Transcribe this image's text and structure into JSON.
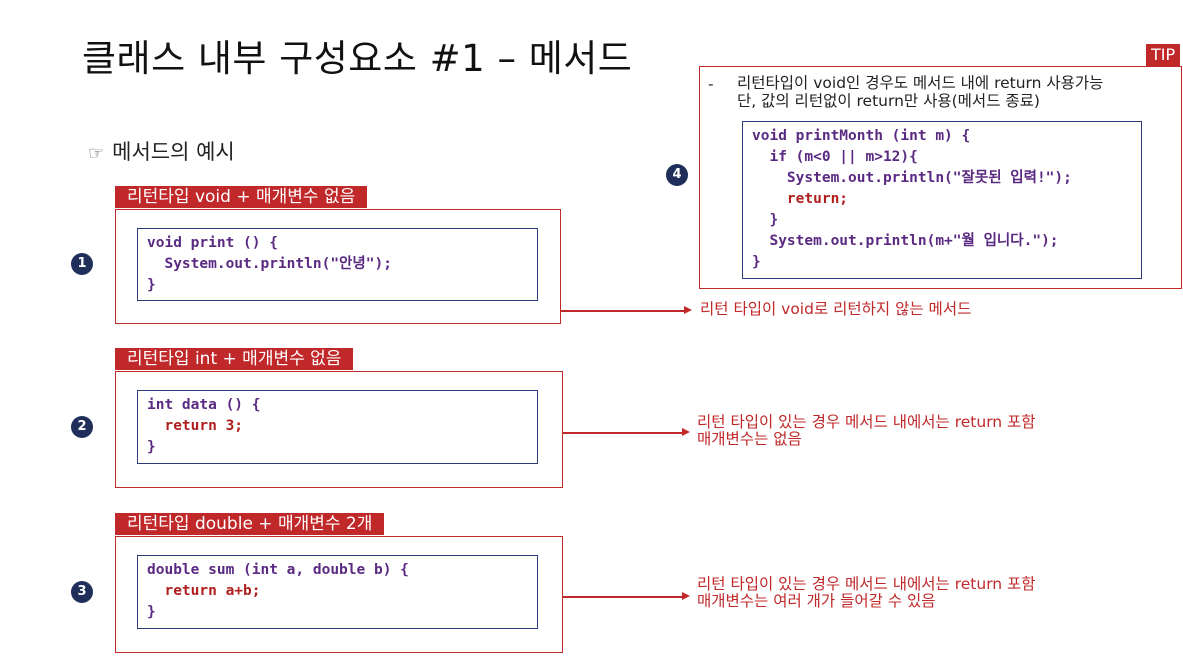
{
  "title": "클래스 내부 구성요소 #1 – 메서드",
  "subtitle": {
    "bullet": "☞",
    "text": "메서드의 예시"
  },
  "examples": [
    {
      "number": "1",
      "label": "리턴타입 void + 매개변수 없음",
      "code": [
        "void print () {",
        "  System.out.println(\"안녕\");",
        "}"
      ],
      "note": [
        "리턴 타입이 void로 리턴하지 않는 메서드"
      ]
    },
    {
      "number": "2",
      "label": "리턴타입 int + 매개변수 없음",
      "code": [
        "int data () {",
        "  return 3;",
        "}"
      ],
      "note": [
        "리턴 타입이 있는 경우 메서드 내에서는 return 포함",
        "매개변수는 없음"
      ]
    },
    {
      "number": "3",
      "label": "리턴타입 double + 매개변수 2개",
      "code": [
        "double sum (int a, double b) {",
        "  return a+b;",
        "}"
      ],
      "note": [
        "리턴 타입이 있는 경우 메서드 내에서는 return 포함",
        "매개변수는 여러 개가 들어갈 수 있음"
      ]
    }
  ],
  "tip": {
    "badge": "TIP",
    "number": "4",
    "dash": "-",
    "text": [
      "리턴타입이 void인 경우도 메서드 내에 return 사용가능",
      "단, 값의 리턴없이 return만 사용(메서드 종료)"
    ],
    "code": [
      "void printMonth (int m) {",
      "  if (m<0 || m>12){",
      "    System.out.println(\"잘못된 입력!\");",
      "    return;",
      "  }",
      "  System.out.println(m+\"월 입니다.\");",
      "}"
    ]
  },
  "colors": {
    "accent": "#c0282a",
    "navy": "#1f2f5a",
    "code_border": "#2c3a78",
    "code_text": "#5a2a82"
  }
}
